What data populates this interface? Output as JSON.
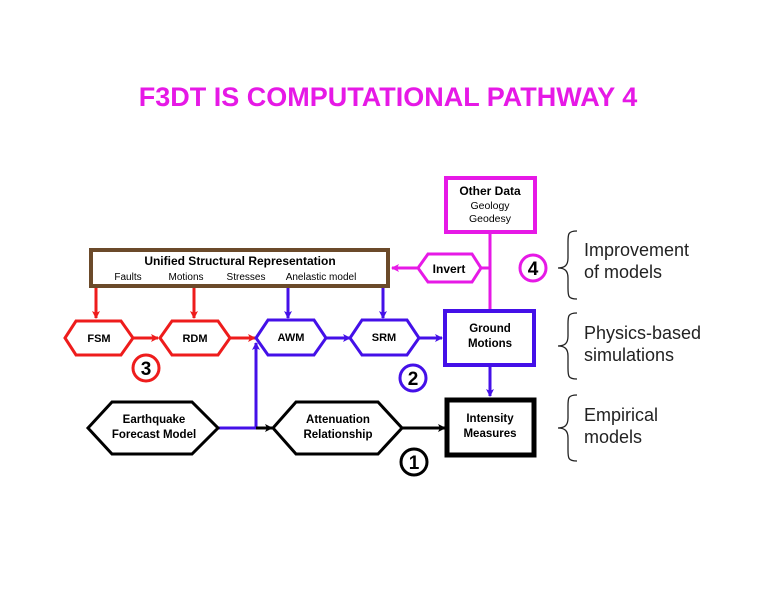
{
  "title": "F3DT IS COMPUTATIONAL PATHWAY 4",
  "colors": {
    "title": "#e619e6",
    "pathway1": "#000000",
    "pathway2": "#4410e8",
    "pathway3": "#ee1c1c",
    "pathway4": "#e619e6",
    "usr_border": "#6b4a2a"
  },
  "usr": {
    "title": "Unified Structural Representation",
    "items": [
      "Faults",
      "Motions",
      "Stresses",
      "Anelastic model"
    ]
  },
  "other_data": {
    "title": "Other Data",
    "lines": [
      "Geology",
      "Geodesy"
    ]
  },
  "nodes": {
    "invert": "Invert",
    "fsm": "FSM",
    "rdm": "RDM",
    "awm": "AWM",
    "srm": "SRM",
    "ground_motions": [
      "Ground",
      "Motions"
    ],
    "earthquake_forecast": [
      "Earthquake",
      "Forecast Model"
    ],
    "attenuation": [
      "Attenuation",
      "Relationship"
    ],
    "intensity": [
      "Intensity",
      "Measures"
    ]
  },
  "pathway_numbers": {
    "p1": "1",
    "p2": "2",
    "p3": "3",
    "p4": "4"
  },
  "side_labels": {
    "improvement": [
      "Improvement",
      "of models"
    ],
    "physics": [
      "Physics-based",
      "simulations"
    ],
    "empirical": [
      "Empirical",
      "models"
    ]
  }
}
